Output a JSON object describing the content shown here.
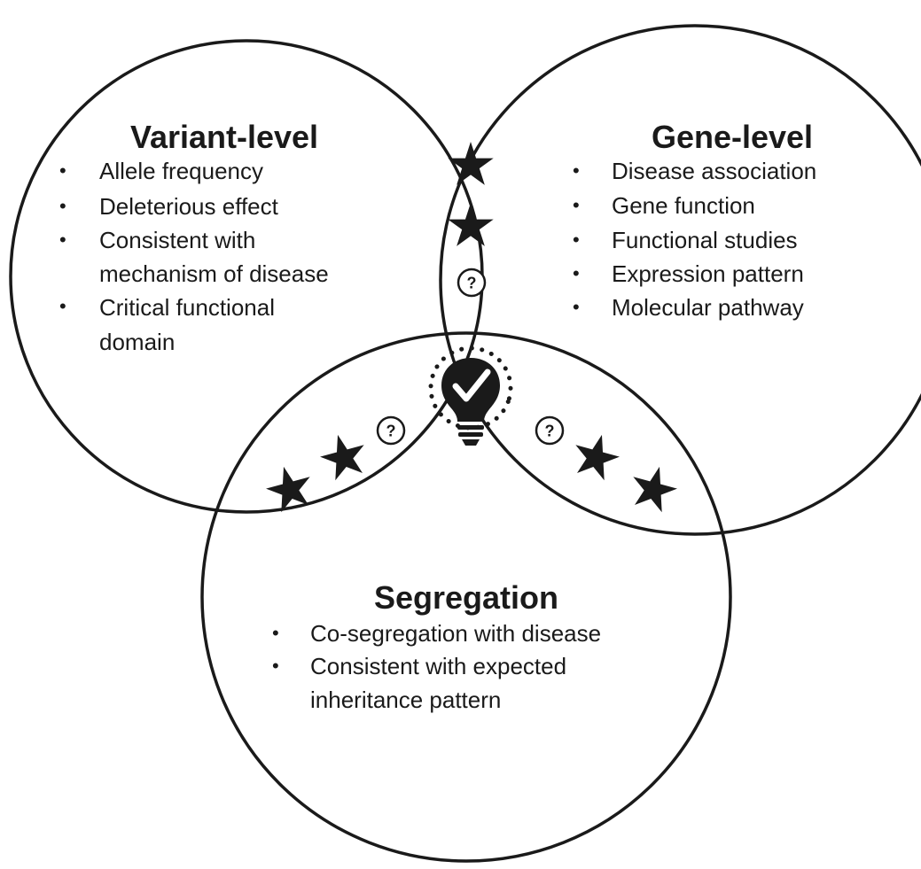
{
  "sets": {
    "variant": {
      "title": "Variant-level",
      "items": [
        {
          "lines": [
            "Allele frequency"
          ]
        },
        {
          "lines": [
            "Deleterious effect"
          ]
        },
        {
          "lines": [
            "Consistent with",
            "mechanism of disease"
          ]
        },
        {
          "lines": [
            "Critical functional",
            "domain"
          ]
        }
      ]
    },
    "gene": {
      "title": "Gene-level",
      "items": [
        {
          "lines": [
            "Disease association"
          ]
        },
        {
          "lines": [
            "Gene function"
          ]
        },
        {
          "lines": [
            "Functional studies"
          ]
        },
        {
          "lines": [
            "Expression pattern"
          ]
        },
        {
          "lines": [
            "Molecular pathway"
          ]
        }
      ]
    },
    "segregation": {
      "title": "Segregation",
      "items": [
        {
          "lines": [
            "Co-segregation with disease"
          ]
        },
        {
          "lines": [
            "Consistent with expected",
            "inheritance pattern"
          ]
        }
      ]
    }
  },
  "bullet_glyph": "•",
  "question_glyph": "?",
  "icons": {
    "star": "star-icon",
    "question": "question-mark-icon",
    "center": "lightbulb-checkmark-icon"
  },
  "intersections": {
    "variant_gene": {
      "stars": 2,
      "questions": 1
    },
    "variant_segregation": {
      "stars": 2,
      "questions": 1
    },
    "gene_segregation": {
      "stars": 2,
      "questions": 1
    },
    "all_three": {
      "icon": "lightbulb-checkmark-icon"
    }
  },
  "colors": {
    "stroke": "#1a1a1a",
    "background": "#ffffff"
  }
}
